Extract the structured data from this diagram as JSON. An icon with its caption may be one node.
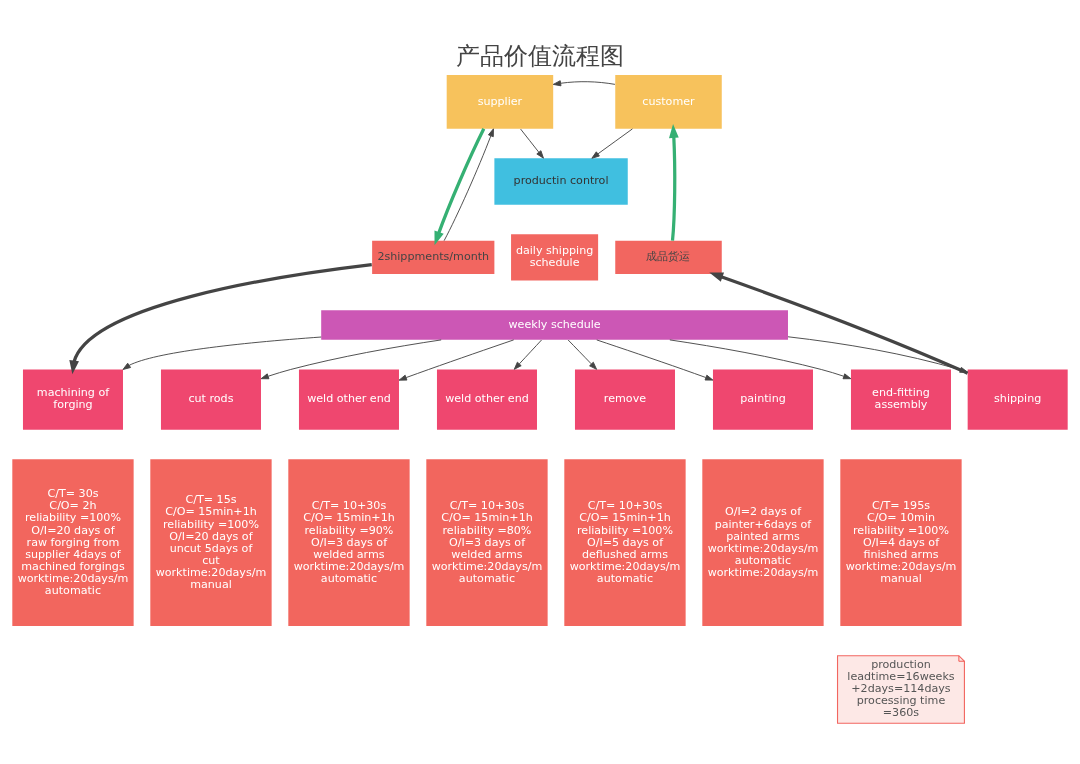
{
  "diagram": {
    "title": "产品价值流程图",
    "nodes": [
      {
        "text": [
          "supplier"
        ]
      },
      {
        "text": [
          "customer"
        ]
      },
      {
        "text": [
          "productin control"
        ]
      },
      {
        "text": [
          "2shippments/month"
        ]
      },
      {
        "text": [
          "daily shipping schedule"
        ]
      },
      {
        "text": [
          "成品货运"
        ]
      },
      {
        "text": [
          "weekly schedule"
        ]
      },
      {
        "text": [
          "machining of forging"
        ]
      },
      {
        "text": [
          "cut rods"
        ]
      },
      {
        "text": [
          "weld other end"
        ]
      },
      {
        "text": [
          "weld other end"
        ]
      },
      {
        "text": [
          "remove"
        ]
      },
      {
        "text": [
          "painting"
        ]
      },
      {
        "text": [
          "end-fitting assembly"
        ]
      },
      {
        "text": [
          "shipping"
        ]
      },
      {
        "text": [
          "C/T= 30s",
          "C/O= 2h",
          "reliability =100%",
          "O/I=20 days of raw forging from supplier 4days of machined forgings",
          "worktime:20days/m",
          "automatic"
        ]
      },
      {
        "text": [
          "C/T= 15s",
          "C/O= 15min+1h",
          "reliability =100%",
          "O/I=20 days of uncut 5days of cut",
          "worktime:20days/m",
          "manual"
        ]
      },
      {
        "text": [
          "C/T= 10+30s",
          "C/O= 15min+1h",
          "reliability =90%",
          "O/I=3 days of welded arms",
          "worktime:20days/m",
          "automatic"
        ]
      },
      {
        "text": [
          "C/T= 10+30s",
          "C/O= 15min+1h",
          "reliability =80%",
          "O/I=3 days of welded arms",
          "worktime:20days/m",
          "automatic"
        ]
      },
      {
        "text": [
          "C/T= 10+30s",
          "C/O= 15min+1h",
          "reliability =100%",
          "O/I=5 days of deflushed arms",
          "worktime:20days/m",
          "automatic"
        ]
      },
      {
        "text": [
          "O/I=2 days of painter+6days of painted arms",
          "worktime:20days/m",
          "automatic",
          "worktime:20days/m"
        ]
      },
      {
        "text": [
          "C/T= 195s",
          "C/O= 10min",
          "reliability =100%",
          "O/I=4 days of finished arms",
          "worktime:20days/m",
          "manual"
        ]
      },
      {
        "text": [
          "production leadtime=16weeks +2days=114days processing time =360s"
        ]
      }
    ],
    "edges": [
      {
        "from": 1,
        "to": 0,
        "arrow": "to"
      },
      {
        "from": 0,
        "to": 2,
        "arrow": "to"
      },
      {
        "from": 1,
        "to": 2,
        "arrow": "to"
      },
      {
        "from": 0,
        "to": 3,
        "arrow": "to",
        "style": "thick",
        "color": "#35b073"
      },
      {
        "from": 3,
        "to": 0,
        "arrow": "to"
      },
      {
        "from": 3,
        "to": 7,
        "arrow": "to",
        "style": "thick"
      },
      {
        "from": 6,
        "to": 7,
        "arrow": "to"
      },
      {
        "from": 6,
        "to": 8,
        "arrow": "to"
      },
      {
        "from": 6,
        "to": 9,
        "arrow": "to"
      },
      {
        "from": 6,
        "to": 10,
        "arrow": "to"
      },
      {
        "from": 6,
        "to": 11,
        "arrow": "to"
      },
      {
        "from": 6,
        "to": 12,
        "arrow": "to"
      },
      {
        "from": 6,
        "to": 13,
        "arrow": "to"
      },
      {
        "from": 6,
        "to": 14,
        "arrow": "to"
      },
      {
        "from": 14,
        "to": 5,
        "arrow": "to",
        "style": "thick"
      },
      {
        "from": 5,
        "to": 1,
        "arrow": "to",
        "style": "thick",
        "color": "#35b073"
      }
    ]
  }
}
